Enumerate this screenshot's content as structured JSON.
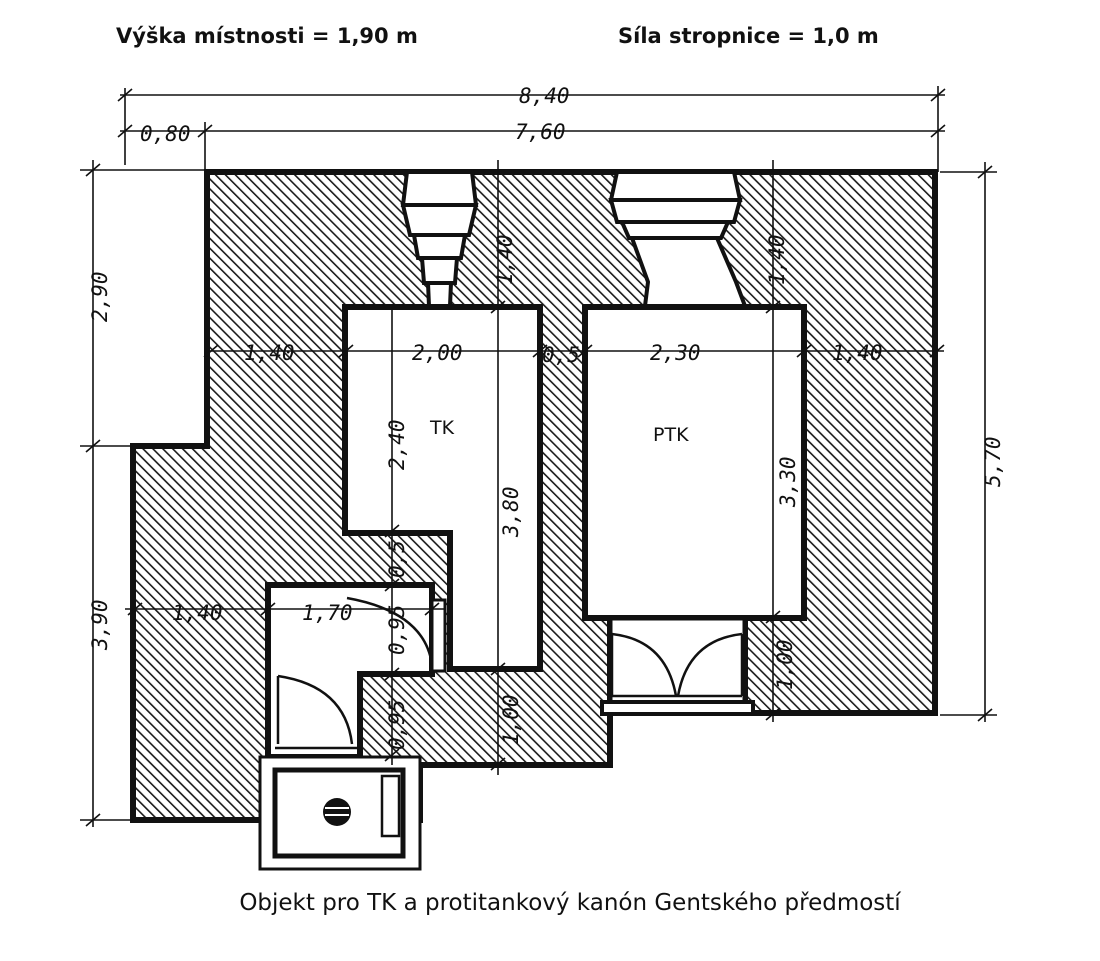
{
  "header": {
    "room_height": "Výška místnosti = 1,90 m",
    "ceiling_thickness": "Síla stropnice = 1,0 m"
  },
  "caption": "Objekt pro TK a protitankový kanón Gentského předmostí",
  "rooms": {
    "tk": "TK",
    "ptk": "PTK"
  },
  "dimensions": {
    "total_width": "8,40",
    "inner_width": "7,60",
    "offset": "0,80",
    "left_upper": "2,90",
    "left_lower": "3,90",
    "right_total": "5,70",
    "wall_top_tk": "1,40",
    "wall_top_ptk": "1,40",
    "wall_left": "1,40",
    "tk_width": "2,00",
    "partition": "0,5",
    "ptk_width": "2,30",
    "wall_right": "1,40",
    "tk_upper_depth": "2,40",
    "tk_depth": "3,80",
    "ptk_depth": "3,30",
    "small_wall": "0,5",
    "wall_left_lower": "1,40",
    "entry_width": "1,70",
    "door_095_a": "0,95",
    "door_095_b": "0,95",
    "wall_bottom_tk": "1,00",
    "wall_bottom_ptk": "1,00"
  }
}
